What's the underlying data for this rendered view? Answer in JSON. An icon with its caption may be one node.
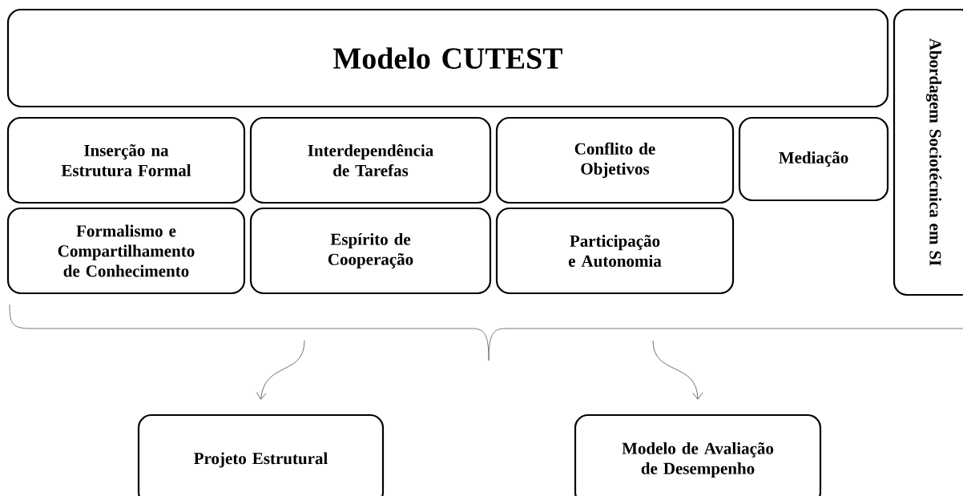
{
  "diagram": {
    "nodes": [
      {
        "text": [
          "Modelo CUTEST"
        ]
      },
      {
        "text": [
          "Inserção na Estrutura Formal"
        ]
      },
      {
        "text": [
          "Interdependência de Tarefas"
        ]
      },
      {
        "text": [
          "Conflito de Objetivos"
        ]
      },
      {
        "text": [
          "Mediação"
        ]
      },
      {
        "text": [
          "Formalismo e Compartilhamento de Conhecimento"
        ]
      },
      {
        "text": [
          "Espírito de Cooperação"
        ]
      },
      {
        "text": [
          "Participação e Autonomia"
        ]
      },
      {
        "text": [
          "Abordagem Sociotécnica em SI"
        ]
      },
      {
        "text": [
          "Projeto Estrutural"
        ]
      },
      {
        "text": [
          "Modelo de Avaliação de Desempenho"
        ]
      }
    ],
    "edges": [
      {
        "from": null,
        "to": 9,
        "arrow": "to"
      },
      {
        "from": null,
        "to": 10,
        "arrow": "to"
      }
    ]
  }
}
